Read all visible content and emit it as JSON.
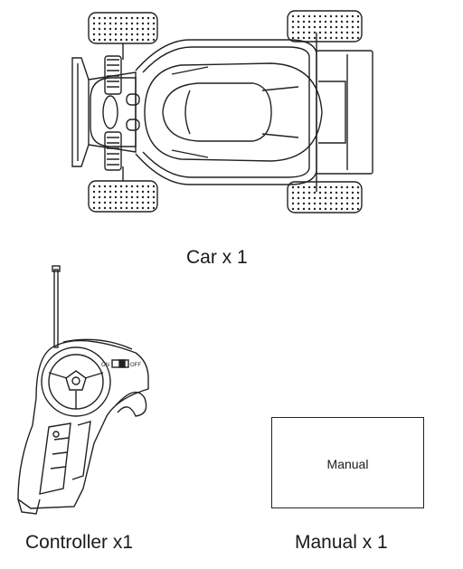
{
  "items": {
    "car": {
      "caption": "Car x 1",
      "icon": "rc-car-top-view"
    },
    "controller": {
      "caption": "Controller x1",
      "icon": "rc-pistol-grip-transmitter",
      "switch_on": "ON",
      "switch_off": "OFF"
    },
    "manual": {
      "caption": "Manual x 1",
      "box_label": "Manual",
      "icon": "manual-booklet"
    }
  },
  "colors": {
    "line": "#222222",
    "background": "#ffffff"
  }
}
